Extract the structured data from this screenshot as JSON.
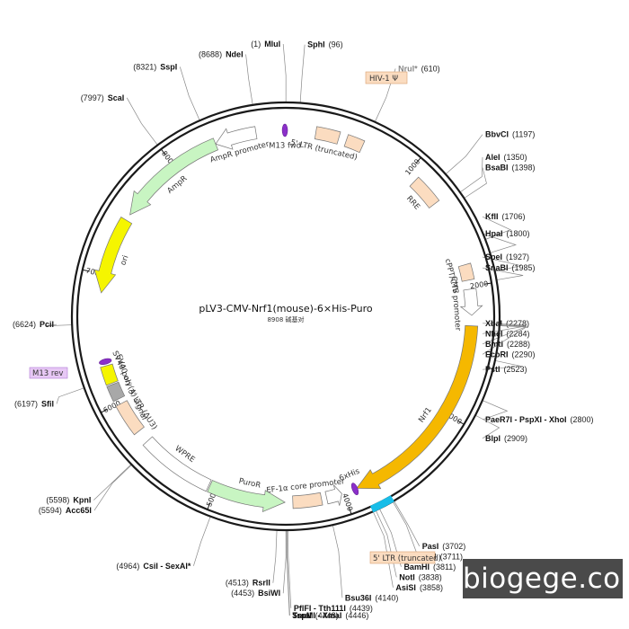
{
  "map": {
    "title": "pLV3-CMV-Nrf1(mouse)-6×His-Puro",
    "length_label": "8908 碱基对",
    "total_bp": 8908
  },
  "watermark": "biogege.com",
  "colors": {
    "backbone": "#1a1a1a",
    "bright_green": "#c8f5c2",
    "yellow": "#f5f500",
    "orange": "#f5b800",
    "peach": "#fbdcc0",
    "purple": "#8b2fc9",
    "grey": "#a8a8a8",
    "cyan": "#18bde8",
    "white": "#ffffff"
  },
  "ticks": [
    {
      "bp": 1000,
      "label": "1000"
    },
    {
      "bp": 2000,
      "label": "2000"
    },
    {
      "bp": 3000,
      "label": "3000"
    },
    {
      "bp": 4000,
      "label": "4000"
    },
    {
      "bp": 5000,
      "label": "5000"
    },
    {
      "bp": 6000,
      "label": "6000"
    },
    {
      "bp": 7000,
      "label": "7000"
    },
    {
      "bp": 8000,
      "label": "8000"
    }
  ],
  "features": [
    {
      "name": "AmpR promoter",
      "start": 8360,
      "end": 8680,
      "kind": "arrow",
      "dir": -1,
      "color": "#ffffff",
      "label": "AmpR promoter"
    },
    {
      "name": "AmpR",
      "start": 7500,
      "end": 8360,
      "kind": "arrow",
      "dir": -1,
      "color": "#c8f5c2",
      "label": "AmpR"
    },
    {
      "name": "ori",
      "start": 6860,
      "end": 7450,
      "kind": "arrow",
      "dir": -1,
      "color": "#f5f500",
      "label": "ori"
    },
    {
      "name": "M13 fwd",
      "start": 8895,
      "end": 8908,
      "kind": "small",
      "dir": 1,
      "color": "#8b2fc9",
      "label": "M13 fwd"
    },
    {
      "name": "5' LTR (truncated)",
      "start": 230,
      "end": 410,
      "kind": "box",
      "color": "#fbdcc0",
      "label": "5' LTR (truncated)"
    },
    {
      "name": "HIV-1 psi",
      "start": 470,
      "end": 600,
      "kind": "box",
      "color": "#fbdcc0",
      "label": ""
    },
    {
      "name": "RRE",
      "start": 1080,
      "end": 1310,
      "kind": "box",
      "color": "#fbdcc0",
      "label": "RRE"
    },
    {
      "name": "cPPT/CTS",
      "start": 1830,
      "end": 1950,
      "kind": "box",
      "color": "#fbdcc0",
      "label": "cPPT/CTS"
    },
    {
      "name": "CMV promoter",
      "start": 2020,
      "end": 2220,
      "kind": "arrow",
      "dir": 1,
      "color": "#ffffff",
      "label": "CMV promoter"
    },
    {
      "name": "Nrf1",
      "start": 2300,
      "end": 3900,
      "kind": "arrow",
      "dir": 1,
      "color": "#f5b800",
      "label": "Nrf1"
    },
    {
      "name": "6xHis",
      "start": 3902,
      "end": 3925,
      "kind": "small",
      "dir": 1,
      "color": "#8b2fc9",
      "label": "6xHis"
    },
    {
      "name": "MCS",
      "start": 3702,
      "end": 3860,
      "kind": "band",
      "color": "#18bde8",
      "label": ""
    },
    {
      "name": "EF-1a core promoter small",
      "start": 4020,
      "end": 4140,
      "kind": "arrow",
      "dir": -1,
      "color": "#ffffff",
      "label": ""
    },
    {
      "name": "EF-1a core promoter",
      "start": 4180,
      "end": 4400,
      "kind": "box",
      "color": "#fbdcc0",
      "label": "EF-1α core promoter"
    },
    {
      "name": "PuroR",
      "start": 4460,
      "end": 5050,
      "kind": "arrow",
      "dir": -1,
      "color": "#c8f5c2",
      "label": "PuroR"
    },
    {
      "name": "WPRE",
      "start": 5060,
      "end": 5640,
      "kind": "box",
      "color": "#ffffff",
      "label": "WPRE"
    },
    {
      "name": "3' LTR (dU3)",
      "start": 5740,
      "end": 5990,
      "kind": "box",
      "color": "#fbdcc0",
      "label": "3' LTR (ΔU3)"
    },
    {
      "name": "SV40 poly(A) signal",
      "start": 6030,
      "end": 6150,
      "kind": "box",
      "color": "#a8a8a8",
      "label": "SV40 poly(A) signal"
    },
    {
      "name": "SV40 ori",
      "start": 6160,
      "end": 6300,
      "kind": "box",
      "color": "#f5f500",
      "label": "SV40 ori"
    },
    {
      "name": "M13 rev",
      "start": 6320,
      "end": 6345,
      "kind": "small",
      "dir": 1,
      "color": "#8b2fc9",
      "label": ""
    }
  ],
  "sites": [
    {
      "name": "MluI",
      "pos": "(1)",
      "bp": 1,
      "side": "left"
    },
    {
      "name": "SphI",
      "pos": "(96)",
      "bp": 96,
      "side": "right"
    },
    {
      "name": "NruI*",
      "pos": "(610)",
      "bp": 610,
      "side": "right",
      "muted": true
    },
    {
      "name": "BbvCI",
      "pos": "(1197)",
      "bp": 1197,
      "side": "right"
    },
    {
      "name": "AleI",
      "pos": "(1350)",
      "bp": 1350,
      "side": "right"
    },
    {
      "name": "BsaBI",
      "pos": "(1398)",
      "bp": 1398,
      "side": "right"
    },
    {
      "name": "KflI",
      "pos": "(1706)",
      "bp": 1706,
      "side": "right"
    },
    {
      "name": "HpaI",
      "pos": "(1800)",
      "bp": 1800,
      "side": "right"
    },
    {
      "name": "SpeI",
      "pos": "(1927)",
      "bp": 1927,
      "side": "right"
    },
    {
      "name": "SnaBI",
      "pos": "(1985)",
      "bp": 1985,
      "side": "right"
    },
    {
      "name": "XbaI",
      "pos": "(2278)",
      "bp": 2278,
      "side": "right"
    },
    {
      "name": "NheI",
      "pos": "(2284)",
      "bp": 2284,
      "side": "right"
    },
    {
      "name": "BmtI",
      "pos": "(2288)",
      "bp": 2288,
      "side": "right"
    },
    {
      "name": "EcoRI",
      "pos": "(2290)",
      "bp": 2290,
      "side": "right"
    },
    {
      "name": "PstI",
      "pos": "(2523)",
      "bp": 2523,
      "side": "right"
    },
    {
      "name": "PaeR7I - PspXI - XhoI",
      "pos": "(2800)",
      "bp": 2800,
      "side": "right"
    },
    {
      "name": "BlpI",
      "pos": "(2909)",
      "bp": 2909,
      "side": "right"
    },
    {
      "name": "PasI",
      "pos": "(3702)",
      "bp": 3702,
      "side": "right"
    },
    {
      "name": "AarI",
      "pos": "(3711)",
      "bp": 3711,
      "side": "right"
    },
    {
      "name": "BamHI",
      "pos": "(3811)",
      "bp": 3811,
      "side": "right"
    },
    {
      "name": "NotI",
      "pos": "(3838)",
      "bp": 3838,
      "side": "right"
    },
    {
      "name": "AsiSI",
      "pos": "(3858)",
      "bp": 3858,
      "side": "right"
    },
    {
      "name": "Bsu36I",
      "pos": "(4140)",
      "bp": 4140,
      "side": "right"
    },
    {
      "name": "PflFI - Tth111I",
      "pos": "(4439)",
      "bp": 4439,
      "side": "right"
    },
    {
      "name": "TspMI - XmaI",
      "pos": "(4446)",
      "bp": 4446,
      "side": "right"
    },
    {
      "name": "SmaI",
      "pos": "(4448)",
      "bp": 4448,
      "side": "right"
    },
    {
      "name": "BsiWI",
      "pos": "(4453)",
      "bp": 4453,
      "side": "left"
    },
    {
      "name": "RsrII",
      "pos": "(4513)",
      "bp": 4513,
      "side": "left"
    },
    {
      "name": "CsiI - SexAI*",
      "pos": "(4964)",
      "bp": 4964,
      "side": "left"
    },
    {
      "name": "KpnI",
      "pos": "(5598)",
      "bp": 5598,
      "side": "left"
    },
    {
      "name": "Acc65I",
      "pos": "(5594)",
      "bp": 5594,
      "side": "left"
    },
    {
      "name": "SfiI",
      "pos": "(6197)",
      "bp": 6197,
      "side": "left"
    },
    {
      "name": "PciI",
      "pos": "(6624)",
      "bp": 6624,
      "side": "left"
    },
    {
      "name": "ScaI",
      "pos": "(7997)",
      "bp": 7997,
      "side": "left"
    },
    {
      "name": "SspI",
      "pos": "(8321)",
      "bp": 8321,
      "side": "left"
    },
    {
      "name": "NdeI",
      "pos": "(8688)",
      "bp": 8688,
      "side": "left"
    }
  ],
  "callouts": {
    "hiv_psi": "HIV-1 Ψ",
    "m13_rev": "M13 rev",
    "ltr5_truncated_bottom": "5' LTR (truncated)"
  }
}
